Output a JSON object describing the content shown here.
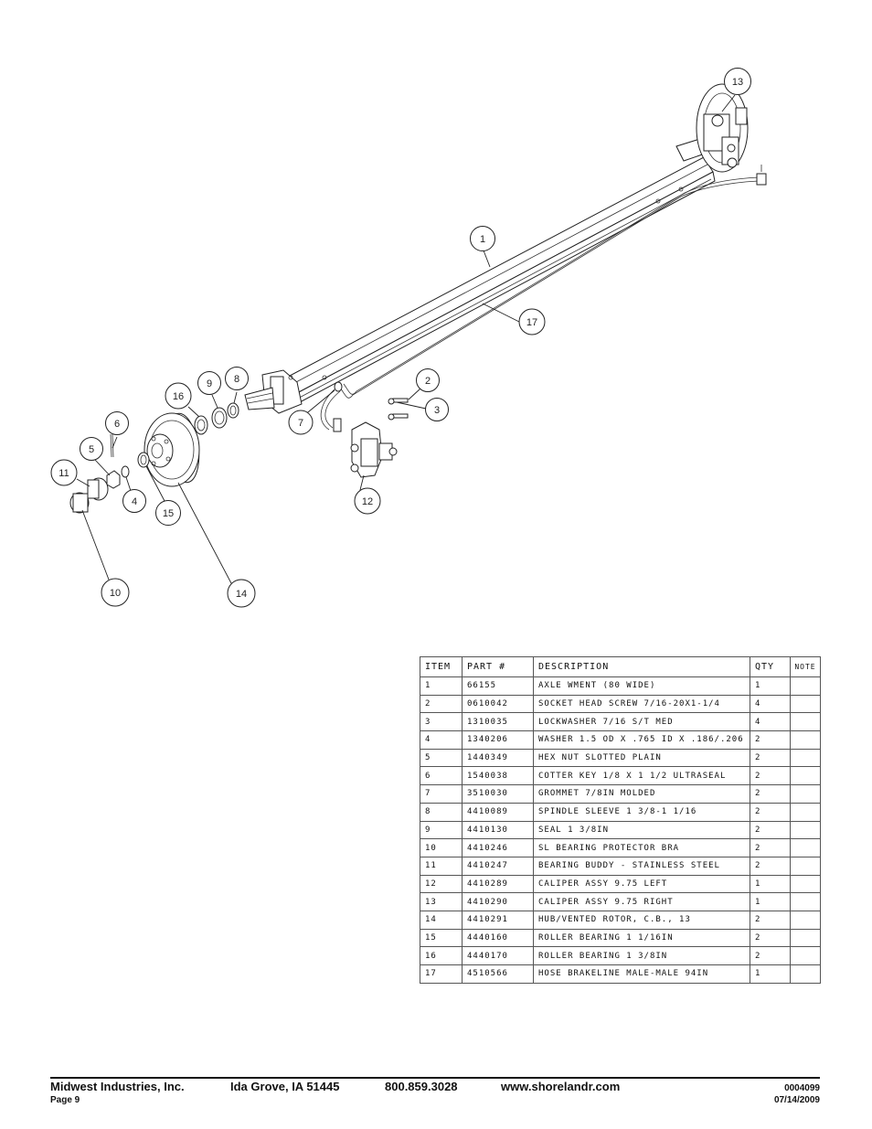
{
  "diagram": {
    "callouts": [
      "1",
      "2",
      "3",
      "4",
      "5",
      "6",
      "7",
      "8",
      "9",
      "10",
      "11",
      "12",
      "13",
      "14",
      "15",
      "16",
      "17"
    ]
  },
  "table": {
    "headers": {
      "item": "ITEM",
      "part": "PART #",
      "description": "DESCRIPTION",
      "qty": "QTY",
      "note": "NOTE"
    },
    "rows": [
      {
        "item": "1",
        "part": "66155",
        "description": "AXLE WMENT (80 WIDE)",
        "qty": "1",
        "note": ""
      },
      {
        "item": "2",
        "part": "0610042",
        "description": "SOCKET HEAD SCREW 7/16-20X1-1/4",
        "qty": "4",
        "note": ""
      },
      {
        "item": "3",
        "part": "1310035",
        "description": "LOCKWASHER 7/16 S/T MED",
        "qty": "4",
        "note": ""
      },
      {
        "item": "4",
        "part": "1340206",
        "description": "WASHER 1.5 OD X .765 ID X .186/.206",
        "qty": "2",
        "note": ""
      },
      {
        "item": "5",
        "part": "1440349",
        "description": "HEX NUT SLOTTED PLAIN",
        "qty": "2",
        "note": ""
      },
      {
        "item": "6",
        "part": "1540038",
        "description": "COTTER KEY 1/8 X 1 1/2 ULTRASEAL",
        "qty": "2",
        "note": ""
      },
      {
        "item": "7",
        "part": "3510030",
        "description": "GROMMET  7/8IN MOLDED",
        "qty": "2",
        "note": ""
      },
      {
        "item": "8",
        "part": "4410089",
        "description": "SPINDLE SLEEVE  1 3/8-1 1/16",
        "qty": "2",
        "note": ""
      },
      {
        "item": "9",
        "part": "4410130",
        "description": "SEAL  1 3/8IN",
        "qty": "2",
        "note": ""
      },
      {
        "item": "10",
        "part": "4410246",
        "description": "SL BEARING PROTECTOR BRA",
        "qty": "2",
        "note": ""
      },
      {
        "item": "11",
        "part": "4410247",
        "description": "BEARING BUDDY - STAINLESS STEEL",
        "qty": "2",
        "note": ""
      },
      {
        "item": "12",
        "part": "4410289",
        "description": "CALIPER ASSY 9.75 LEFT",
        "qty": "1",
        "note": ""
      },
      {
        "item": "13",
        "part": "4410290",
        "description": "CALIPER ASSY 9.75 RIGHT",
        "qty": "1",
        "note": ""
      },
      {
        "item": "14",
        "part": "4410291",
        "description": "HUB/VENTED ROTOR, C.B.,  13",
        "qty": "2",
        "note": ""
      },
      {
        "item": "15",
        "part": "4440160",
        "description": "ROLLER BEARING   1 1/16IN",
        "qty": "2",
        "note": ""
      },
      {
        "item": "16",
        "part": "4440170",
        "description": "ROLLER BEARING   1 3/8IN",
        "qty": "2",
        "note": ""
      },
      {
        "item": "17",
        "part": "4510566",
        "description": "HOSE BRAKELINE MALE-MALE 94IN",
        "qty": "1",
        "note": ""
      }
    ]
  },
  "footer": {
    "company": "Midwest Industries, Inc.",
    "city": "Ida Grove, IA  51445",
    "phone": "800.859.3028",
    "website": "www.shorelandr.com",
    "page": "Page 9",
    "doc_number": "0004099",
    "date": "07/14/2009"
  }
}
